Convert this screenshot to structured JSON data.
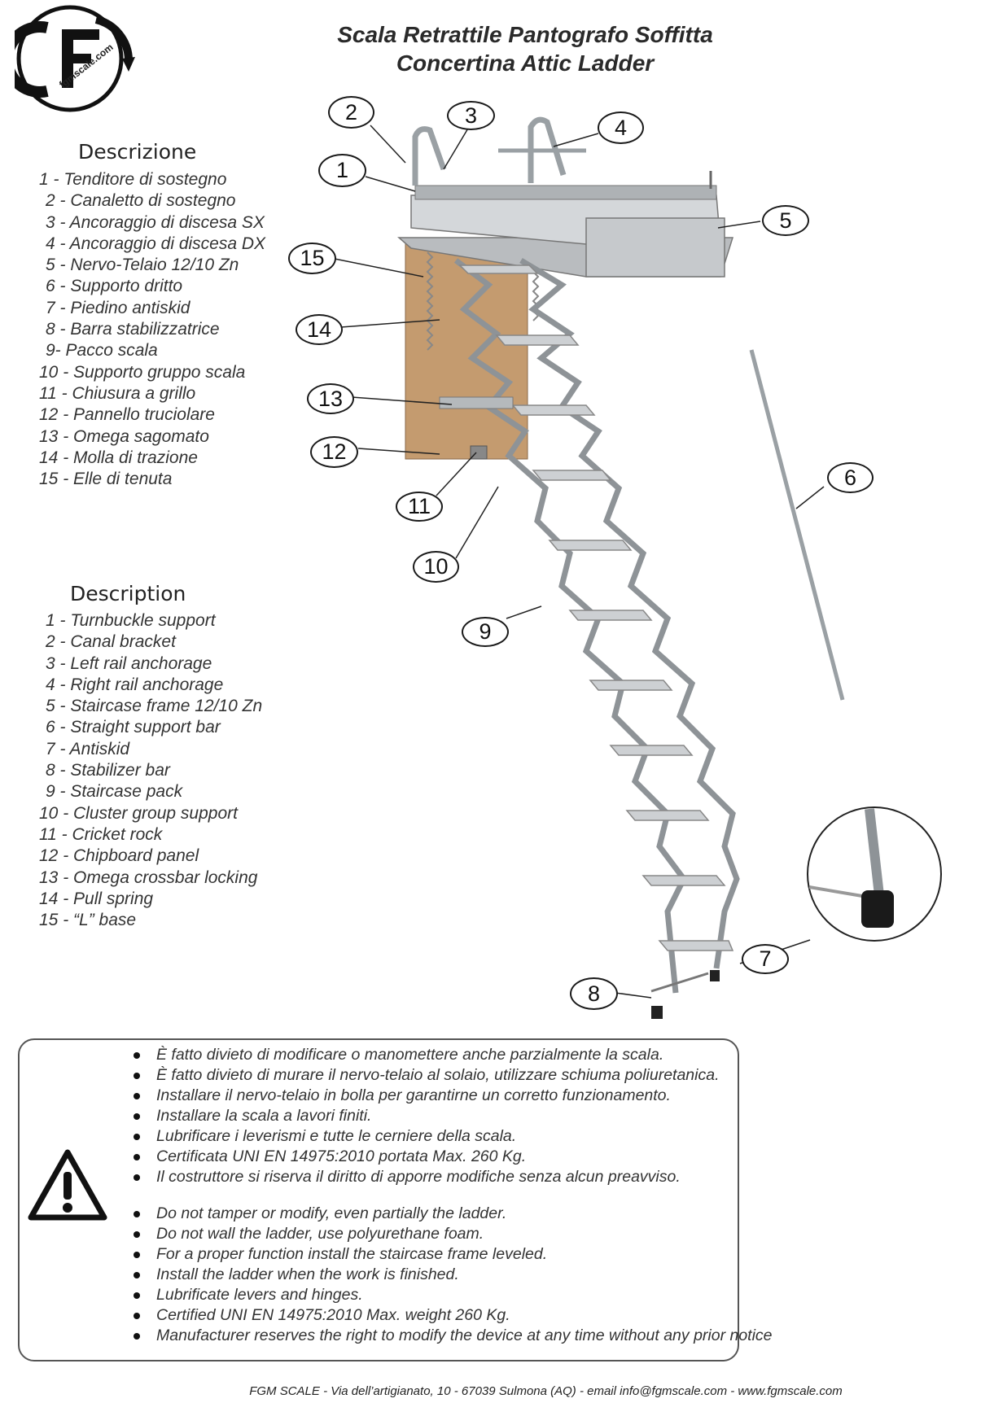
{
  "header": {
    "title_line1": "Scala Retrattile Pantografo  Soffitta",
    "title_line2": "Concertina  Attic Ladder",
    "logo_text": "fgmscale.com"
  },
  "italian": {
    "heading": "Descrizione",
    "items": [
      "1 - Tenditore di sostegno",
      "2 - Canaletto di sostegno",
      "3 - Ancoraggio di discesa SX",
      "4 -  Ancoraggio di discesa DX",
      "5 - Nervo-Telaio 12/10 Zn",
      "6 - Supporto dritto",
      "7 - Piedino antiskid",
      "8 - Barra stabilizzatrice",
      "9- Pacco scala",
      "10 - Supporto gruppo scala",
      "11 - Chiusura a grillo",
      "12 - Pannello truciolare",
      "13 - Omega sagomato",
      "14 - Molla di trazione",
      "15 - Elle di tenuta"
    ]
  },
  "english": {
    "heading": "Description",
    "items": [
      "1 - Turnbuckle support",
      "2 - Canal bracket",
      "3 - Left rail anchorage",
      "4 - Right rail anchorage",
      "5 - Staircase frame 12/10 Zn",
      "6 - Straight support bar",
      "7 - Antiskid",
      "8 - Stabilizer bar",
      "9 - Staircase pack",
      "10 - Cluster group support",
      "11 - Cricket rock",
      "12 - Chipboard panel",
      "13 - Omega crossbar locking",
      "14 - Pull spring",
      "15 - “L” base"
    ]
  },
  "callouts": [
    "1",
    "2",
    "3",
    "4",
    "5",
    "6",
    "7",
    "8",
    "9",
    "10",
    "11",
    "12",
    "13",
    "14",
    "15"
  ],
  "warnings": {
    "icon": "warning-triangle-icon",
    "italian": [
      "È fatto divieto di modificare o manomettere anche parzialmente la scala.",
      "È fatto divieto di murare il nervo-telaio al solaio, utilizzare schiuma poliuretanica.",
      "Installare il nervo-telaio in bolla per garantirne un corretto funzionamento.",
      "Installare la scala a lavori finiti.",
      "Lubrificare i leverismi e tutte le cerniere della scala.",
      "Certificata UNI EN 14975:2010 portata Max. 260 Kg.",
      "Il costruttore si riserva il diritto di apporre modifiche senza alcun preavviso."
    ],
    "english": [
      "Do not tamper or modify, even partially the ladder.",
      "Do not wall the ladder, use polyurethane foam.",
      "For a proper function install the staircase frame leveled.",
      "Install the ladder when the work is finished.",
      "Lubrificate levers and hinges.",
      "Certified UNI EN 14975:2010 Max. weight 260 Kg.",
      "Manufacturer reserves the right to modify the device at any time without any prior notice"
    ]
  },
  "footer": "FGM SCALE - Via dell’artigianato, 10 - 67039 Sulmona (AQ) - email info@fgmscale.com  -  www.fgmscale.com"
}
